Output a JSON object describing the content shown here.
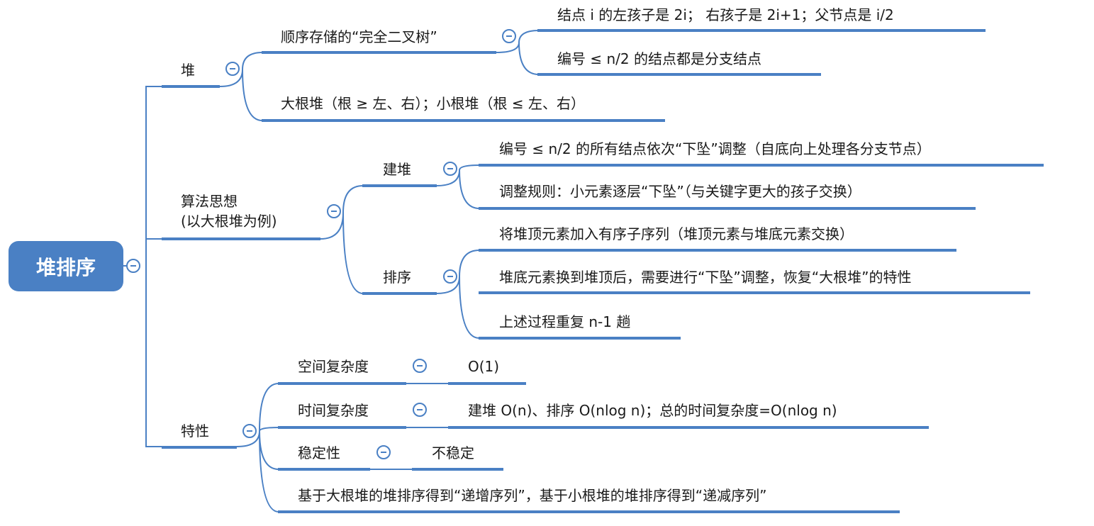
{
  "root": "堆排序",
  "branches": {
    "heap": {
      "label": "堆",
      "items": {
        "complete_tree": {
          "label": "顺序存储的“完全二叉树”",
          "children": [
            "结点 i 的左孩子是 2i； 右孩子是 2i+1；父节点是 i/2",
            "编号 ≤ n/2 的结点都是分支结点"
          ]
        },
        "big_small": "大根堆（根 ≥ 左、右）；小根堆（根 ≤ 左、右）"
      }
    },
    "algorithm": {
      "label_line1": "算法思想",
      "label_line2": "(以大根堆为例)",
      "build": {
        "label": "建堆",
        "children": [
          "编号 ≤ n/2 的所有结点依次“下坠”调整（自底向上处理各分支节点）",
          "调整规则：小元素逐层“下坠”（与关键字更大的孩子交换）"
        ]
      },
      "sort": {
        "label": "排序",
        "children": [
          "将堆顶元素加入有序子序列（堆顶元素与堆底元素交换）",
          "堆底元素换到堆顶后，需要进行“下坠”调整，恢复“大根堆”的特性",
          "上述过程重复 n-1 趟"
        ]
      }
    },
    "properties": {
      "label": "特性",
      "space": {
        "label": "空间复杂度",
        "value": "O(1)"
      },
      "time": {
        "label": "时间复杂度",
        "value": "建堆 O(n)、排序 O(nlog n)；总的时间复杂度=O(nlog n)"
      },
      "stability": {
        "label": "稳定性",
        "value": "不稳定"
      },
      "order_note": "基于大根堆的堆排序得到“递增序列”，基于小根堆的堆排序得到“递减序列”"
    }
  },
  "colors": {
    "accent": "#4a80c4",
    "text": "#1a1a1a",
    "background": "#ffffff"
  }
}
